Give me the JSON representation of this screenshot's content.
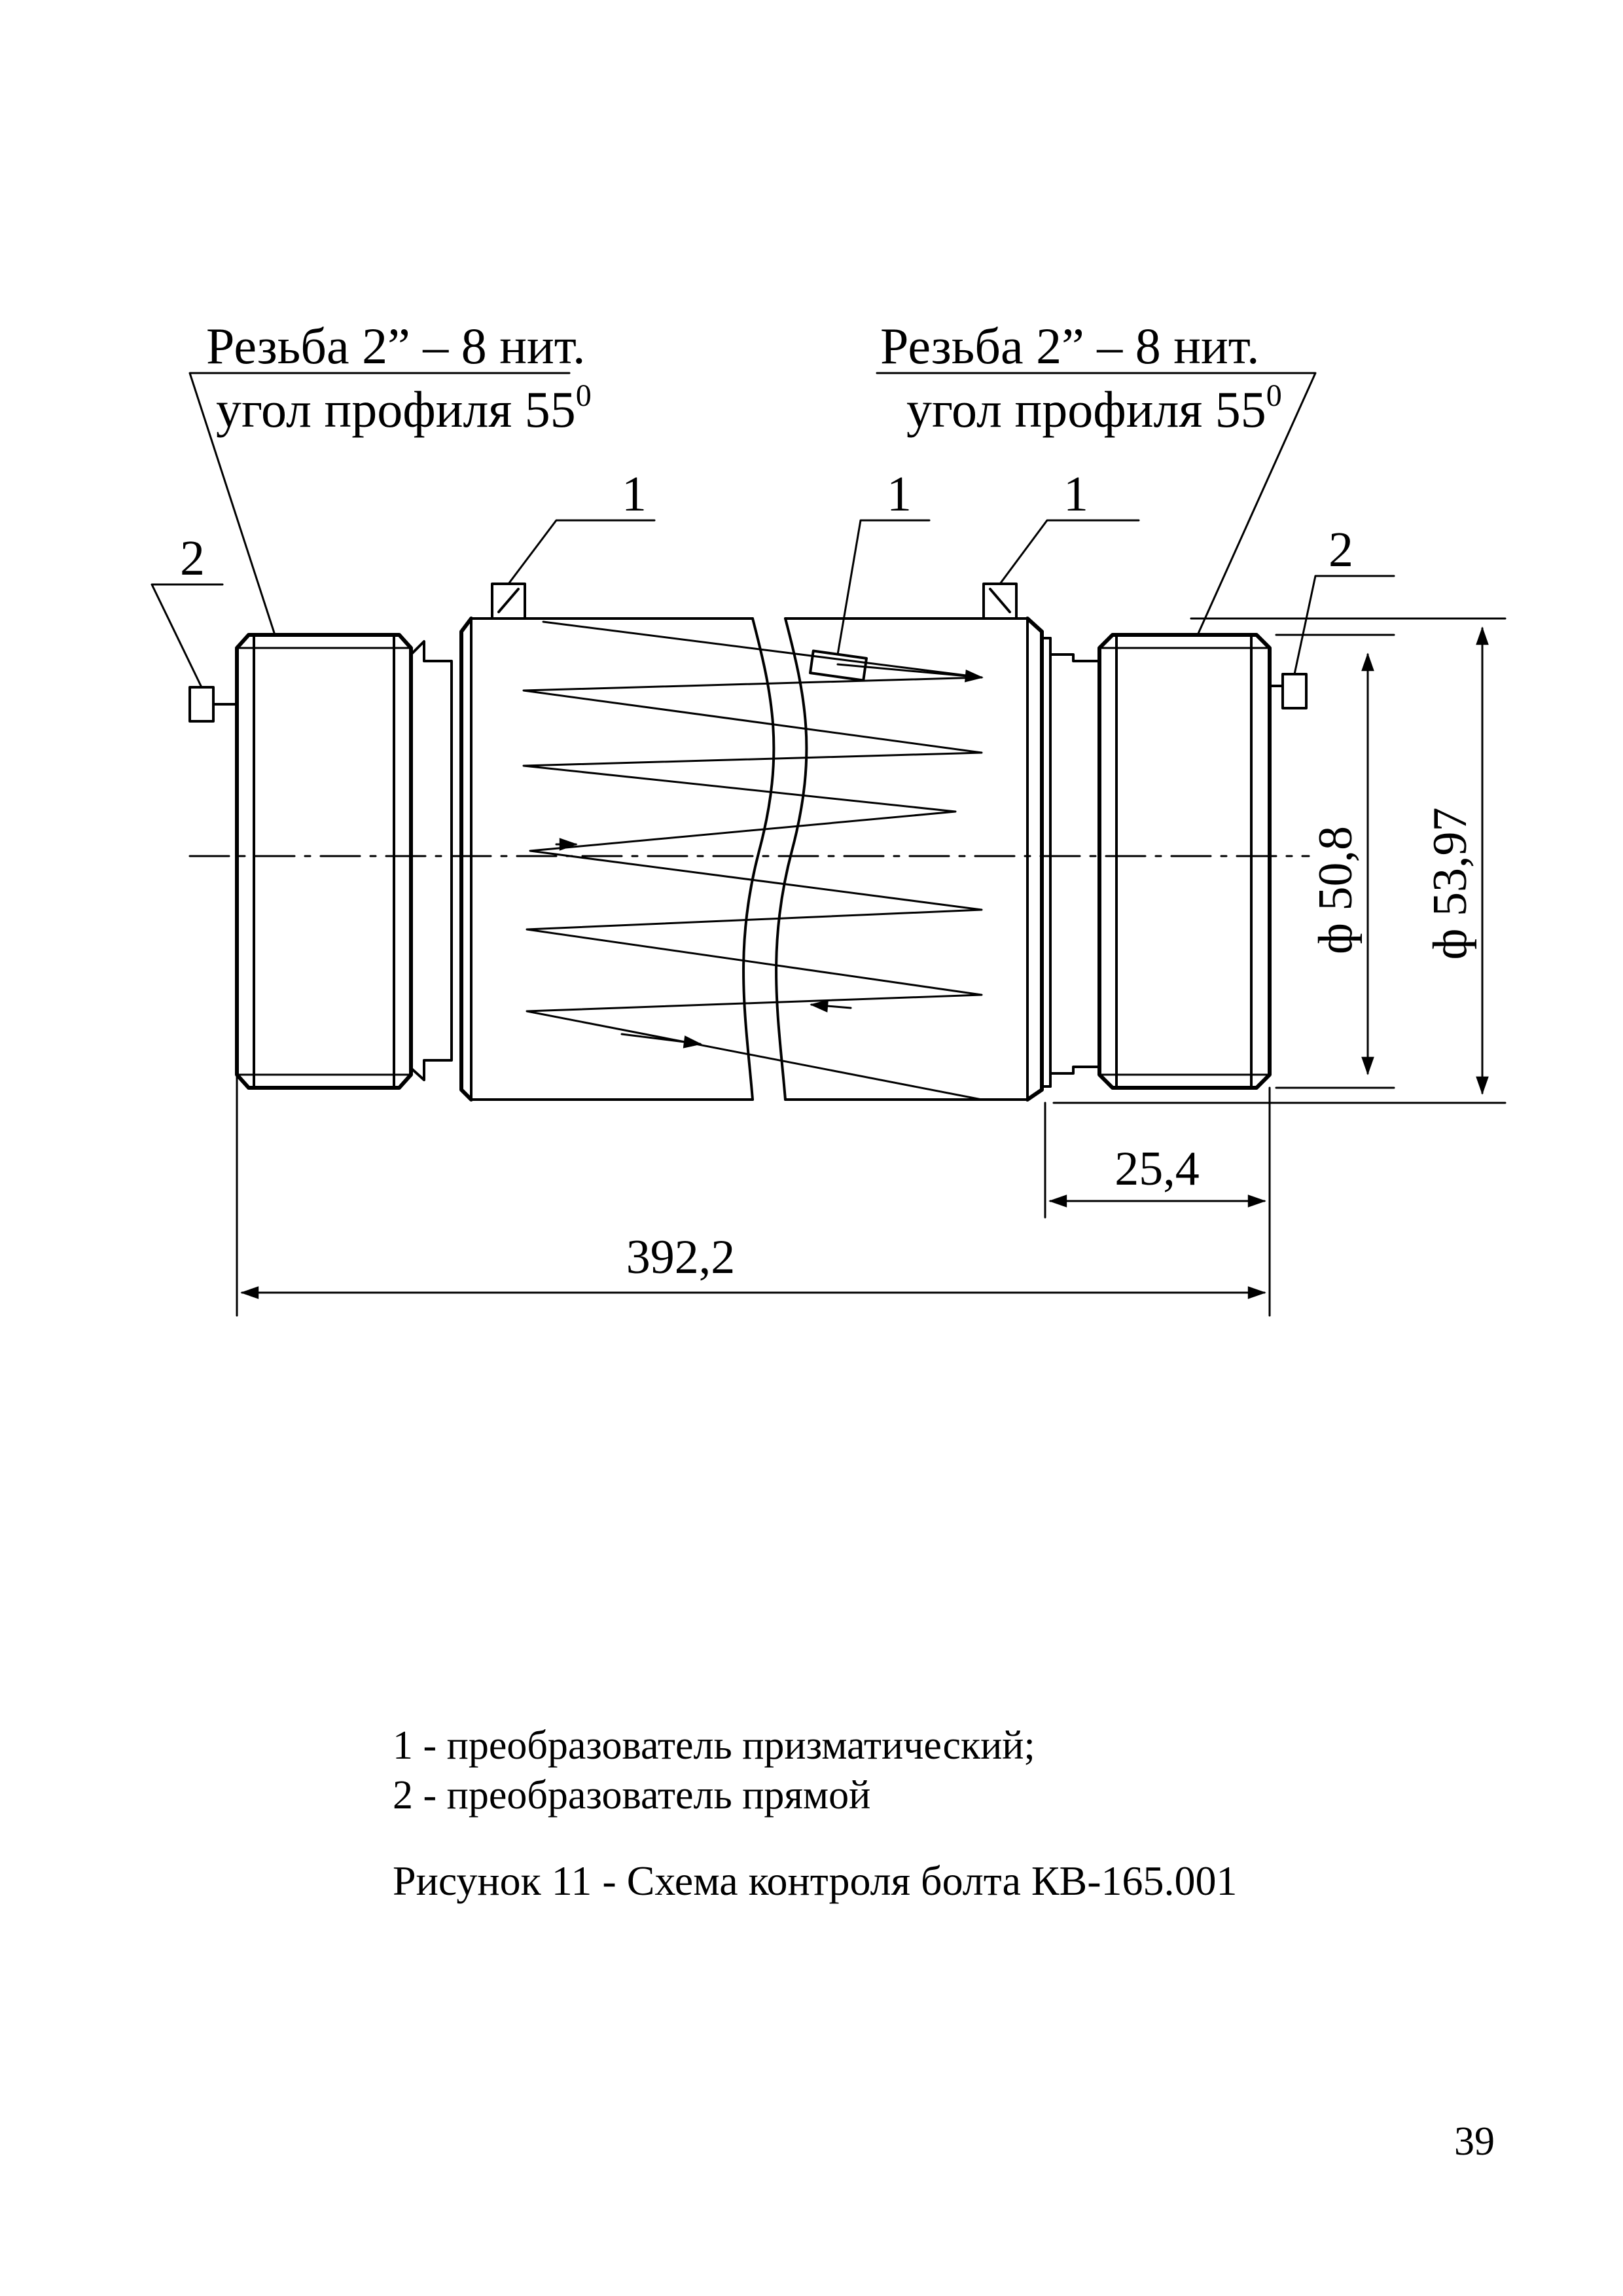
{
  "thread_left": {
    "line1": "Резьба 2” – 8 нит.",
    "line2": "угол профиля 55",
    "sup": "0"
  },
  "thread_right": {
    "line1": "Резьба  2” – 8 нит.",
    "line2": "угол профиля 55",
    "sup": "0"
  },
  "callouts": {
    "prismatic_1": "1",
    "prismatic_2": "1",
    "prismatic_3": "1",
    "straight_left": "2",
    "straight_right": "2"
  },
  "dimensions": {
    "total_length": "392,2",
    "thread_length": "25,4",
    "inner_diameter": "ф 50,8",
    "outer_diameter": "ф 53,97"
  },
  "legend": {
    "item1": "1 - преобразователь призматический;",
    "item2": "2 - преобразователь прямой"
  },
  "figure_caption": "Рисунок 11 - Схема контроля болта  КВ-165.001",
  "page_number": "39"
}
